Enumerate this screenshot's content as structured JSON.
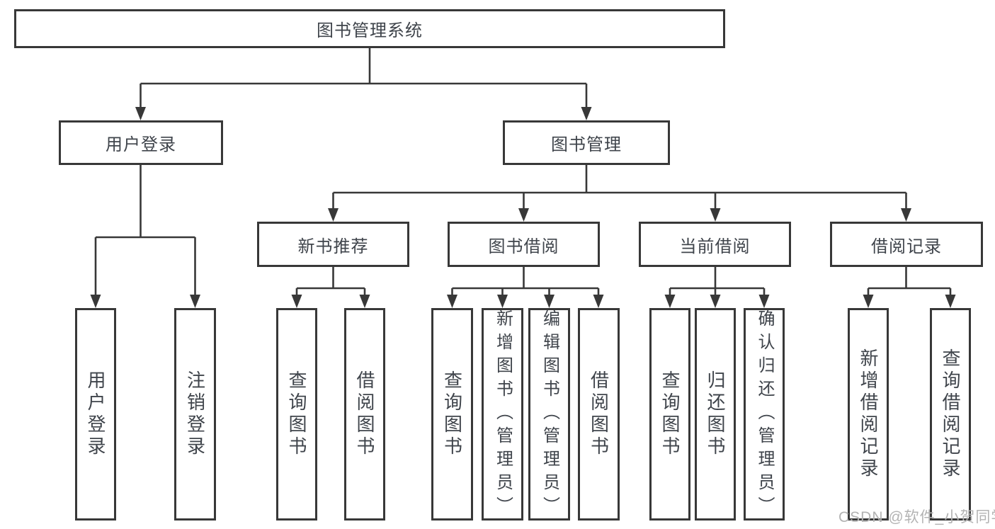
{
  "diagram": {
    "root": {
      "label": "图书管理系统"
    },
    "branches": [
      {
        "label": "用户登录",
        "children": [
          {
            "label": "用户登录"
          },
          {
            "label": "注销登录"
          }
        ]
      },
      {
        "label": "图书管理",
        "children": [
          {
            "label": "新书推荐",
            "children": [
              {
                "label": "查询图书"
              },
              {
                "label": "借阅图书"
              }
            ]
          },
          {
            "label": "图书借阅",
            "children": [
              {
                "label": "查询图书"
              },
              {
                "label": "新增图书（管理员）"
              },
              {
                "label": "编辑图书（管理员）"
              },
              {
                "label": "借阅图书"
              }
            ]
          },
          {
            "label": "当前借阅",
            "children": [
              {
                "label": "查询图书"
              },
              {
                "label": "归还图书"
              },
              {
                "label": "确认归还（管理员）"
              }
            ]
          },
          {
            "label": "借阅记录",
            "children": [
              {
                "label": "新增借阅记录"
              },
              {
                "label": "查询借阅记录"
              }
            ]
          }
        ]
      }
    ]
  },
  "watermark": "CSDN @软件_小贺同学",
  "colors": {
    "line": "#383838",
    "text": "#3f444b",
    "watermark": "#b3b3b3",
    "background": "#ffffff"
  }
}
